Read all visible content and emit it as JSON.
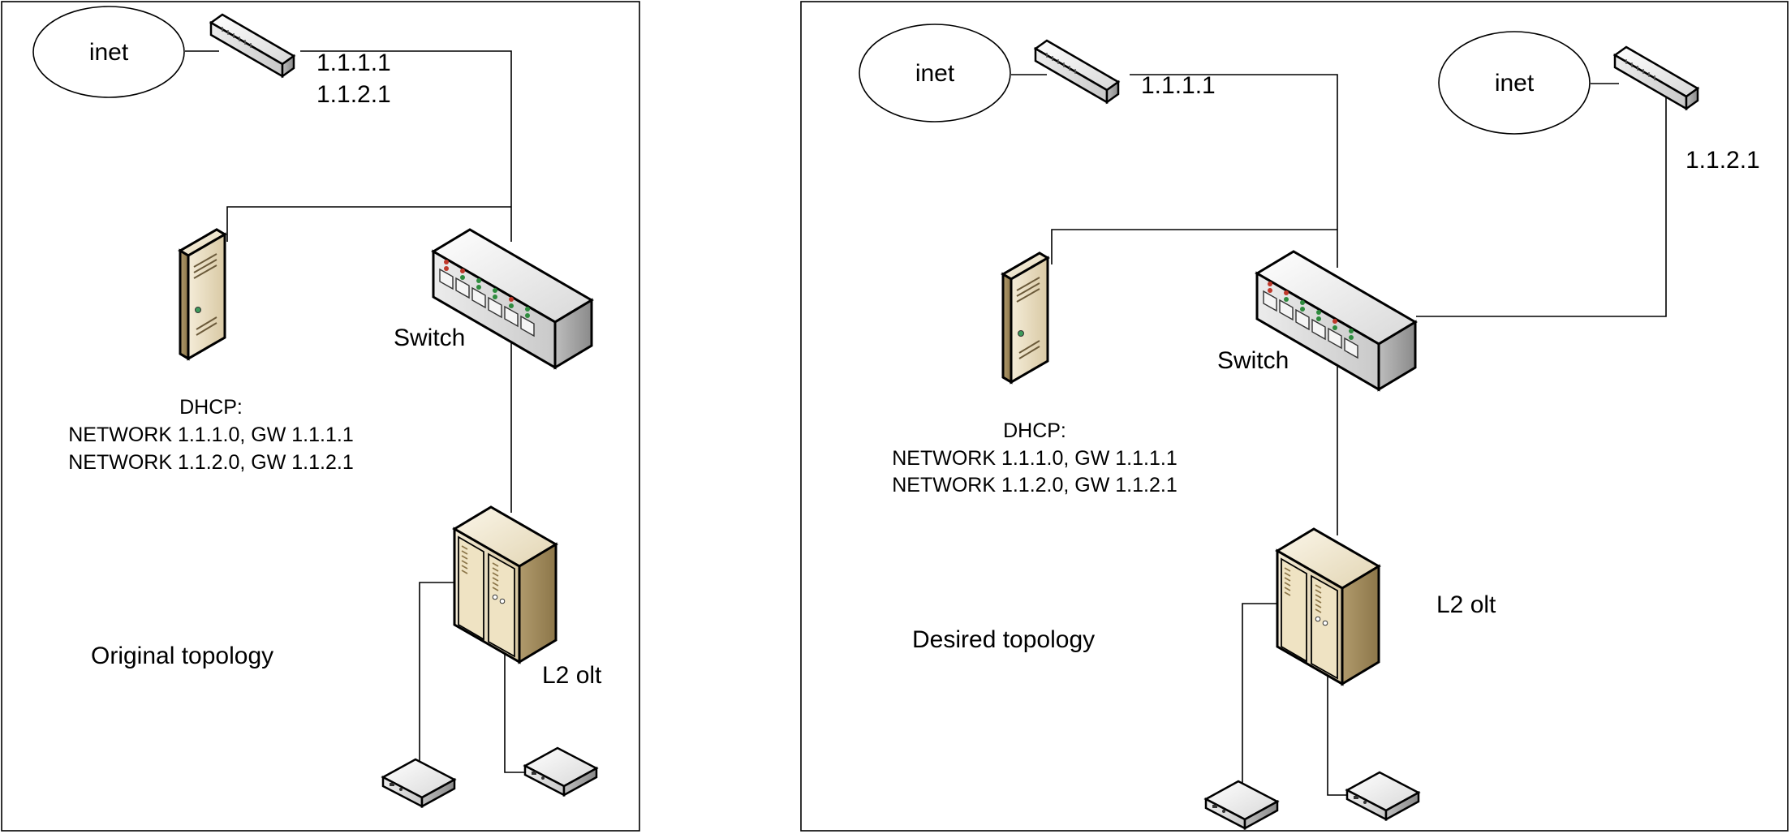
{
  "left_panel": {
    "caption": "Original topology",
    "cloud_label": "inet",
    "router_ips": [
      "1.1.1.1",
      "1.1.2.1"
    ],
    "switch_label": "Switch",
    "dhcp_lines": [
      "DHCP:",
      "NETWORK 1.1.1.0, GW 1.1.1.1",
      "NETWORK 1.1.2.0, GW 1.1.2.1"
    ],
    "olt_label": "L2 olt"
  },
  "right_panel": {
    "caption": "Desired topology",
    "cloud_a_label": "inet",
    "router_a_ip": "1.1.1.1",
    "cloud_b_label": "inet",
    "router_b_ip": "1.1.2.1",
    "switch_label": "Switch",
    "dhcp_lines": [
      "DHCP:",
      "NETWORK 1.1.1.0, GW 1.1.1.1",
      "NETWORK 1.1.2.0, GW 1.1.2.1"
    ],
    "olt_label": "L2 olt"
  }
}
